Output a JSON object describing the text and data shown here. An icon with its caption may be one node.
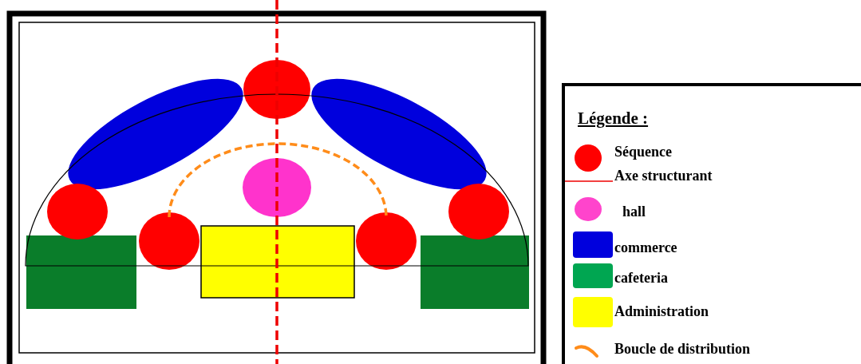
{
  "diagram": {
    "labels": [
      "Légende :"
    ],
    "legend": [
      {
        "text": "Séquence",
        "color": "#ff0000"
      },
      {
        "text": "Axe structurant"
      },
      {
        "text": "hall",
        "color": "#ff44cc"
      },
      {
        "text": "commerce",
        "color": "#0000dd"
      },
      {
        "text": "cafeteria",
        "color": "#00a651"
      },
      {
        "text": "Administration",
        "color": "#ffff00"
      },
      {
        "text": "Boucle de distribution"
      }
    ]
  }
}
